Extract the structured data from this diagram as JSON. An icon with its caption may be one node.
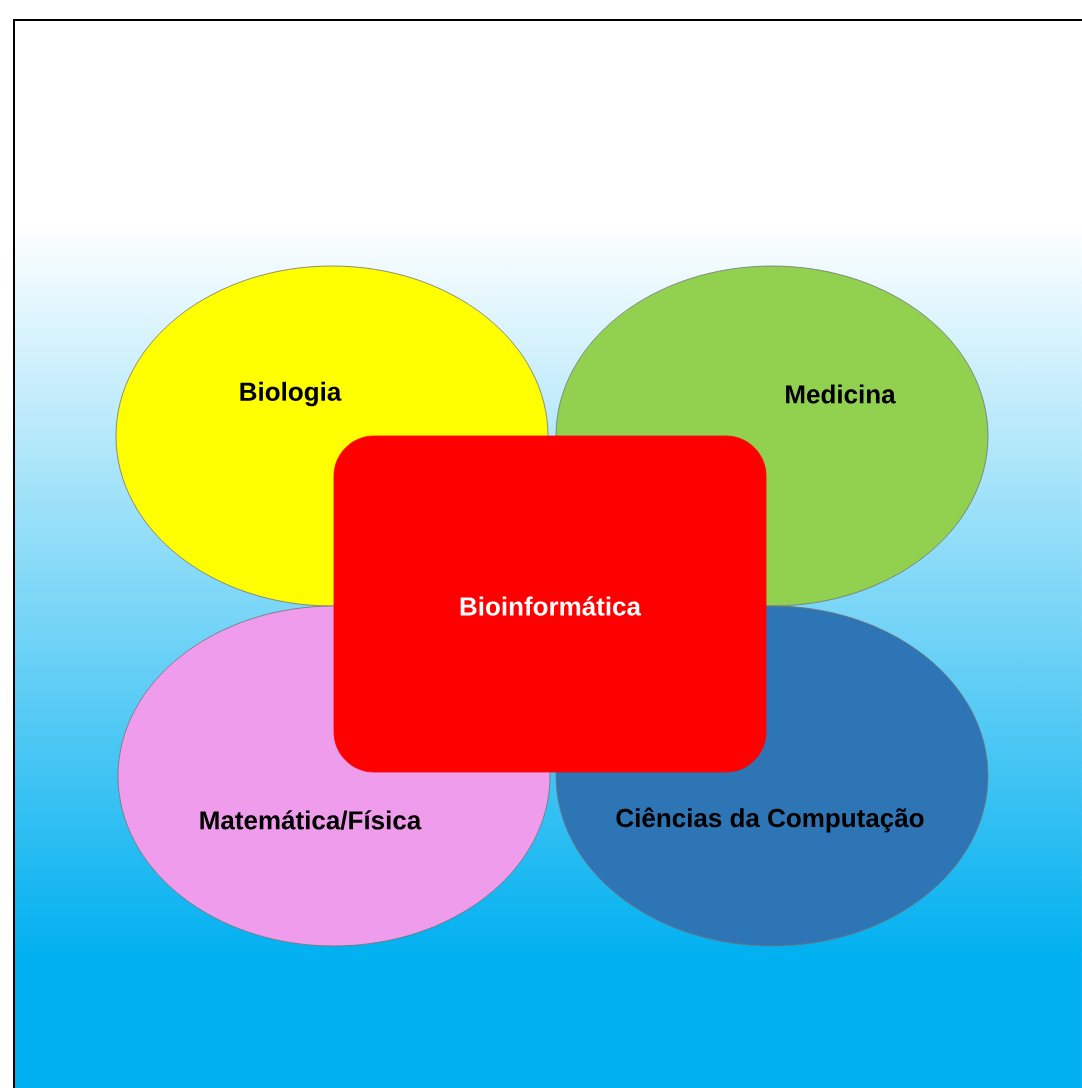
{
  "diagram": {
    "nodes": [
      {
        "text": [
          "Biologia"
        ]
      },
      {
        "text": [
          "Medicina"
        ]
      },
      {
        "text": [
          "Bioinformática"
        ]
      },
      {
        "text": [
          "Matemática/Física"
        ]
      },
      {
        "text": [
          "Ciências da Computação"
        ]
      }
    ]
  }
}
